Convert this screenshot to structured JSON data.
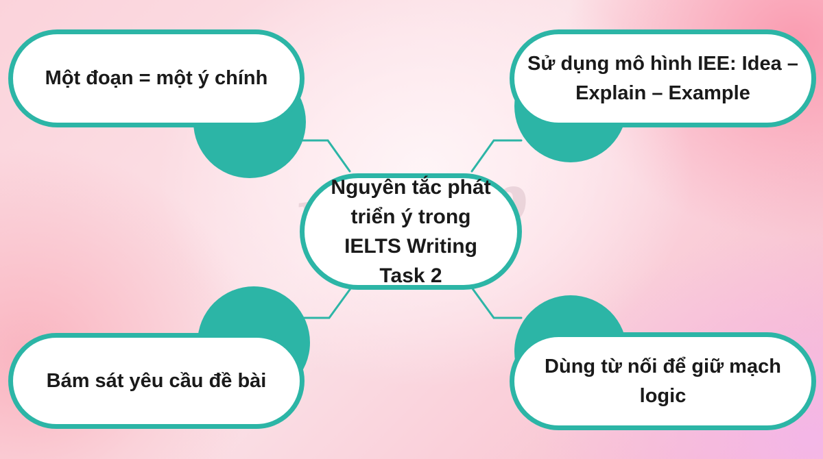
{
  "center": {
    "title": "Nguyên tắc phát triển ý trong IELTS Writing Task 2"
  },
  "branches": {
    "top_left": "Một đoạn = một ý chính",
    "top_right": "Sử dụng mô hình IEE: Idea – Explain – Example",
    "bottom_left": "Bám sát yêu cầu đề bài",
    "bottom_right": "Dùng từ nối để giữ mạch logic"
  },
  "colors": {
    "accent": "#2cb5a6",
    "node_fill": "#ffffff",
    "text": "#1a1a1a"
  }
}
